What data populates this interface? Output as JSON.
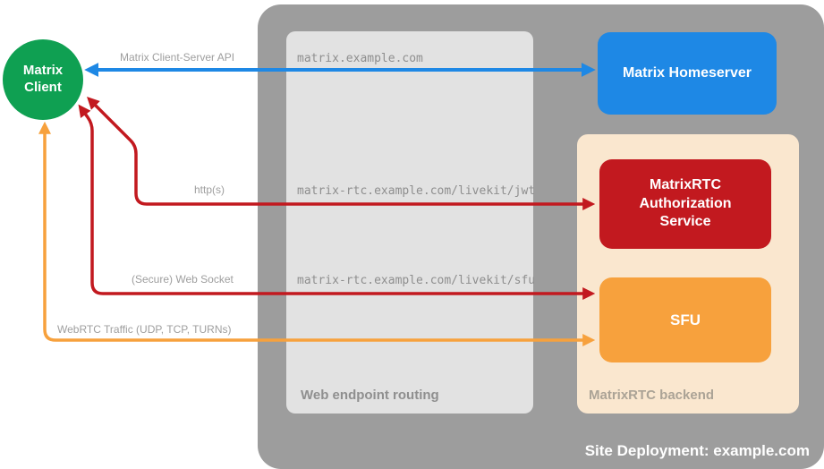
{
  "containers": {
    "deployment_label": "Site Deployment: example.com",
    "routing_label": "Web endpoint routing",
    "backend_label": "MatrixRTC backend"
  },
  "nodes": {
    "client": "Matrix Client",
    "homeserver": "Matrix Homeserver",
    "auth_service": "MatrixRTC Authorization Service",
    "sfu": "SFU"
  },
  "endpoints": [
    "matrix.example.com",
    "matrix-rtc.example.com/livekit/jwt",
    "matrix-rtc.example.com/livekit/sfu"
  ],
  "arrows": [
    {
      "label": "Matrix Client-Server API",
      "from": "Matrix Client",
      "to": "Matrix Homeserver",
      "color": "#1e88e5",
      "bidirectional": true
    },
    {
      "label": "http(s)",
      "from": "Matrix Client",
      "to": "MatrixRTC Authorization Service",
      "color": "#c2191f",
      "bidirectional": true
    },
    {
      "label": "(Secure) Web Socket",
      "from": "Matrix Client",
      "to": "SFU",
      "color": "#c2191f",
      "bidirectional": true
    },
    {
      "label": "WebRTC Traffic (UDP, TCP, TURNs)",
      "from": "Matrix Client",
      "to": "SFU",
      "color": "#f7a13d",
      "bidirectional": true
    }
  ],
  "colors": {
    "client_green": "#0fa052",
    "homeserver_blue": "#1e88e5",
    "auth_red": "#c2191f",
    "sfu_orange": "#f7a13d",
    "deployment_gray": "#9d9d9d",
    "routing_gray": "#e2e2e2",
    "backend_peach": "#fae7cf"
  }
}
